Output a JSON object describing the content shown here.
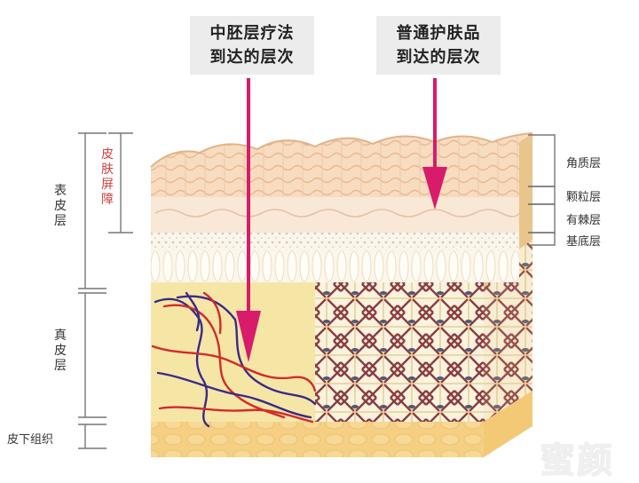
{
  "callouts": {
    "left": [
      "中胚层疗法",
      "到达的层次"
    ],
    "right": [
      "普通护肤品",
      "到达的层次"
    ]
  },
  "left_labels": {
    "skin_barrier": "皮肤屏障",
    "epidermis": "表皮层",
    "dermis": "真皮层",
    "subcutaneous": "皮下组织"
  },
  "right_labels": {
    "stratum_corneum": "角质层",
    "stratum_granulosum": "颗粒层",
    "stratum_spinosum": "有棘层",
    "stratum_basale": "基底层"
  },
  "watermark": "蜜颜",
  "colors": {
    "arrow": "#d81b6b",
    "barrier_text": "#d44040",
    "dermis": "#f6e6a6",
    "corneum": "#f2c99a"
  }
}
